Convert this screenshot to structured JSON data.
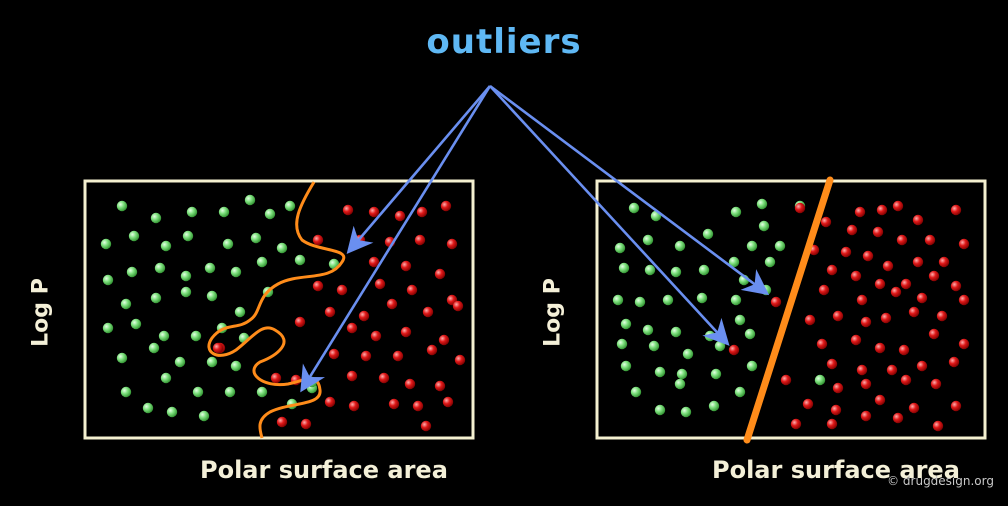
{
  "diagram": {
    "title": "outliers",
    "left_panel": {
      "ylabel": "Log P",
      "xlabel": "Polar surface area"
    },
    "right_panel": {
      "ylabel": "Log P",
      "xlabel": "Polar surface area"
    },
    "credit": "© drugdesign.org",
    "colors": {
      "background": "#000000",
      "frame": "#f4f0d0",
      "title": "#5fb8f4",
      "arrow": "#6a8ff0",
      "boundary": "#ff8c1a",
      "green_point": "#7de07d",
      "red_point": "#e01818"
    }
  }
}
